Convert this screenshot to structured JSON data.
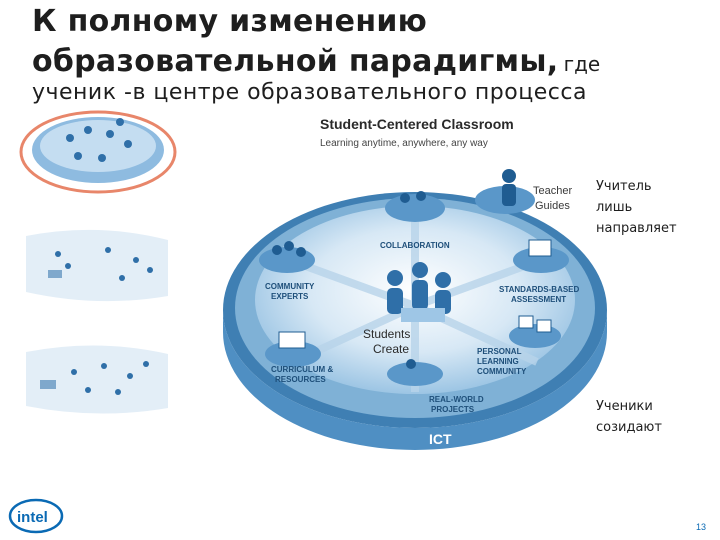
{
  "slide": {
    "title_line1": "К полному изменению",
    "title_line2": "образовательной парадигмы,",
    "title_tail": "где",
    "subtitle": "ученик -в центре образовательного процесса",
    "page_number": "13"
  },
  "diagram": {
    "heading": "Student-Centered Classroom",
    "tagline": "Learning anytime, anywhere, any way",
    "center_label_1": "Students",
    "center_label_2": "Create",
    "teacher_label_1": "Teacher",
    "teacher_label_2": "Guides",
    "nodes": [
      {
        "line1": "COLLABORATION",
        "line2": ""
      },
      {
        "line1": "COMMUNITY",
        "line2": "EXPERTS"
      },
      {
        "line1": "STANDARDS-BASED",
        "line2": "ASSESSMENT"
      },
      {
        "line1": "CURRICULUM &",
        "line2": "RESOURCES"
      },
      {
        "line1": "PERSONAL",
        "line2": "LEARNING",
        "line3": "COMMUNITY"
      },
      {
        "line1": "REAL-WORLD",
        "line2": "PROJECTS"
      }
    ],
    "rim_label": "ICT"
  },
  "notes": {
    "teacher_1": "Учитель",
    "teacher_2": "лишь",
    "teacher_3": "направляет",
    "students_1": "Ученики",
    "students_2": "созидают"
  },
  "logo": {
    "text": "intel"
  },
  "colors": {
    "accent_ring": "#e8866a",
    "platform": "#7fb1d6",
    "platform_dark": "#3f7fb3",
    "brand": "#0a6ab4"
  }
}
